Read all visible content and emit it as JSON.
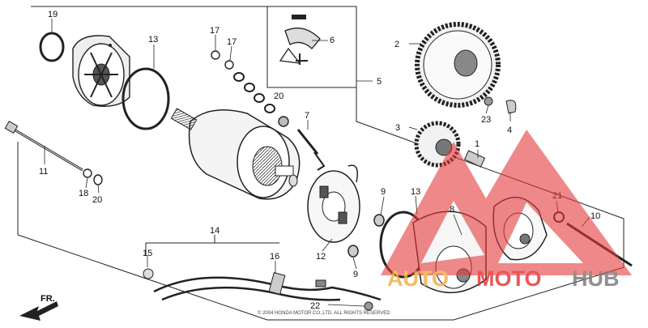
{
  "diagram": {
    "callouts": [
      "19",
      "13",
      "17",
      "17",
      "6",
      "2",
      "5",
      "20",
      "7",
      "23",
      "4",
      "3",
      "1",
      "11",
      "18",
      "20",
      "9",
      "13",
      "8",
      "21",
      "10",
      "14",
      "15",
      "16",
      "12",
      "9",
      "22"
    ],
    "direction_label": "FR.",
    "copyright": "© 2004 HONDA MOTOR CO.,LTD. ALL RIGHTS RESERVED"
  },
  "watermark": {
    "part1": "AUTO",
    "part2": "MOTO",
    "part3": "HUB",
    "colors": {
      "red": "#e63a3a",
      "orange": "#f2b24a",
      "gray": "#7d7d7d"
    }
  }
}
